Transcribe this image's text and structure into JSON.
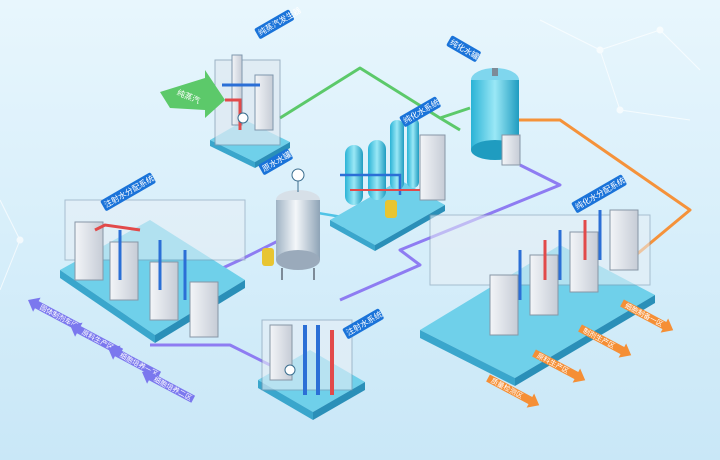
{
  "labels": {
    "steam_generator": "纯蒸汽发生器",
    "pure_water_tank": "纯化水罐",
    "pure_water_system": "纯化水系统",
    "raw_water_tank": "原水水罐",
    "wfi_distribution": "注射水分配系统",
    "pw_distribution": "纯化水分配系统",
    "wfi_system": "注射水系统",
    "pure_steam_arrow": "纯蒸汽"
  },
  "outlets_left": [
    "固体制剂车间",
    "原料生产区",
    "细胞培养一区",
    "细胞培养二区"
  ],
  "outlets_right": [
    "细胞制备一区",
    "制剂生产区",
    "原料生产区",
    "质量检测区"
  ],
  "colors": {
    "pipe_green": "#5cc96a",
    "pipe_orange": "#f5923a",
    "pipe_purple": "#8e7cf2",
    "arrow_blue": "#7b78ee",
    "arrow_orange": "#f58f36",
    "label_bg": "#1a73d9"
  },
  "icons": [
    "steam-generator-icon",
    "pure-water-tank-icon",
    "pure-water-system-icon",
    "raw-water-tank-icon",
    "wfi-distribution-icon",
    "pw-distribution-icon",
    "wfi-system-icon"
  ]
}
